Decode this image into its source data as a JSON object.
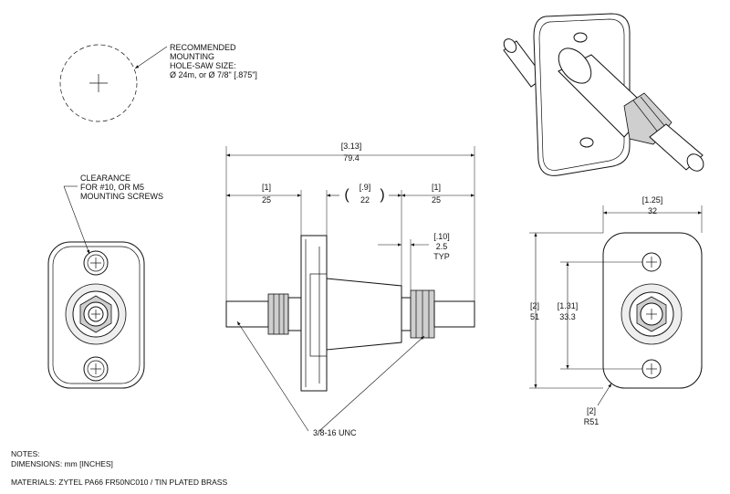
{
  "labels": {
    "holesaw_1": "RECOMMENDED",
    "holesaw_2": "MOUNTING",
    "holesaw_3": "HOLE-SAW SIZE:",
    "holesaw_4": "Ø 24m, or Ø 7/8\" [.875\"]",
    "clearance_1": "CLEARANCE",
    "clearance_2": "FOR #10, OR M5",
    "clearance_3": "MOUNTING SCREWS",
    "thread": "3/8-16 UNC",
    "typ": "TYP"
  },
  "dimensions": {
    "overall_in": "[3.13]",
    "overall_mm": "79.4",
    "left_in": "[1]",
    "left_mm": "25",
    "center_in": "[.9]",
    "center_mm": "22",
    "right_in": "[1]",
    "right_mm": "25",
    "nut_in": "[.10]",
    "nut_mm": "2.5",
    "width_in": "[1.25]",
    "width_mm": "32",
    "height_in": "[2]",
    "height_mm": "51",
    "hole_in": "[1.31]",
    "hole_mm": "33.3",
    "radius_in": "[2]",
    "radius_mm": "R51"
  },
  "notes": {
    "heading": "NOTES:",
    "dimensions": "DIMENSIONS: mm [INCHES]",
    "materials": "MATERIALS: ZYTEL PA66 FR50NC010 / TIN PLATED BRASS"
  }
}
